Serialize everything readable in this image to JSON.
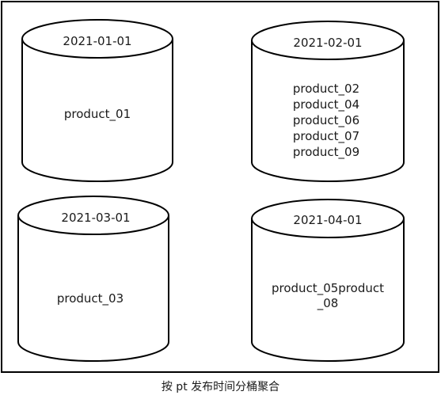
{
  "caption": "按 pt 发布时间分桶聚合",
  "colors": {
    "stroke": "#000000",
    "fill": "#ffffff",
    "text": "#1a1a1a"
  },
  "buckets": [
    {
      "date": "2021-01-01",
      "contents": [
        "product_01"
      ]
    },
    {
      "date": "2021-02-01",
      "contents": [
        "product_02",
        "product_04",
        "product_06",
        "product_07",
        "product_09"
      ]
    },
    {
      "date": "2021-03-01",
      "contents": [
        "product_03"
      ]
    },
    {
      "date": "2021-04-01",
      "contents": [
        "product_05product",
        "_08"
      ]
    }
  ]
}
